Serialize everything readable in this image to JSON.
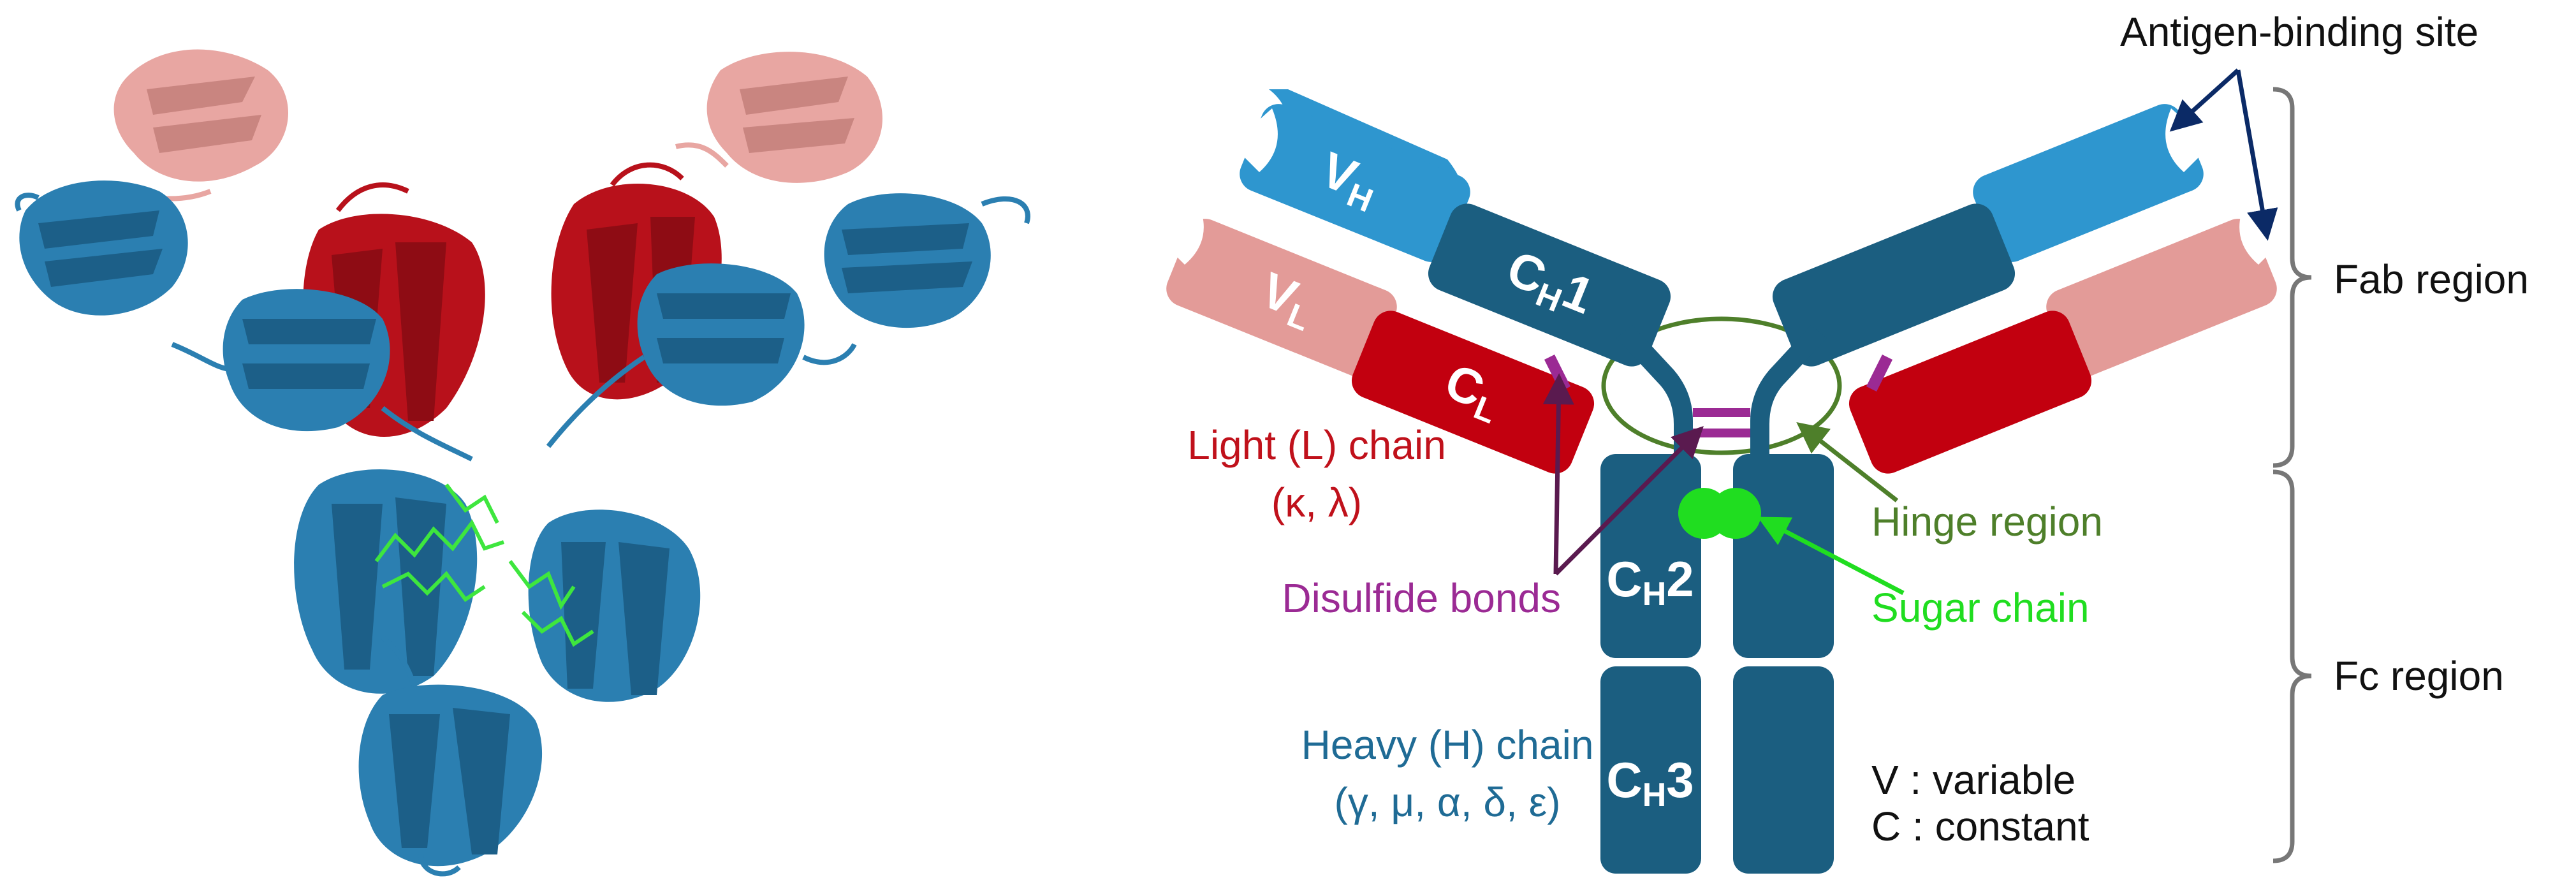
{
  "colors": {
    "heavy_dark": "#1b5e80",
    "heavy_light": "#2e96cf",
    "light_dark": "#c2000f",
    "light_pale": "#e39b98",
    "disulfide": "#9b2a94",
    "sugar": "#20dd20",
    "hinge": "#4e7f2a",
    "heavy_text": "#1f6b95",
    "light_text": "#c0111b",
    "arrow_navy": "#0b2a66",
    "disulfide_arrow": "#5a1a4f",
    "brace": "#777777",
    "ribbon_pink": "#e8a6a2",
    "ribbon_red": "#b8111b",
    "ribbon_blue": "#2b7fb1",
    "ligand_green": "#3ee63e"
  },
  "structure": {
    "description_icon": "antibody-ribbon-structure"
  },
  "segments": {
    "vh": {
      "main": "V",
      "sub": "H",
      "suffix": ""
    },
    "ch1": {
      "main": "C",
      "sub": "H",
      "suffix": "1"
    },
    "vl": {
      "main": "V",
      "sub": "L",
      "suffix": ""
    },
    "cl": {
      "main": "C",
      "sub": "L",
      "suffix": ""
    },
    "ch2": {
      "main": "C",
      "sub": "H",
      "suffix": "2"
    },
    "ch3": {
      "main": "C",
      "sub": "H",
      "suffix": "3"
    }
  },
  "labels": {
    "antigen_binding_site": "Antigen-binding site",
    "fab_region": "Fab region",
    "fc_region": "Fc region",
    "light_chain_line1": "Light (L) chain",
    "light_chain_line2": "(κ, λ)",
    "hinge_region": "Hinge region",
    "disulfide_bonds": "Disulfide bonds",
    "sugar_chain": "Sugar chain",
    "heavy_chain_line1": "Heavy (H) chain",
    "heavy_chain_line2": "(γ, μ, α, δ, ε)",
    "legend_v": "V : variable",
    "legend_c": "C : constant"
  }
}
